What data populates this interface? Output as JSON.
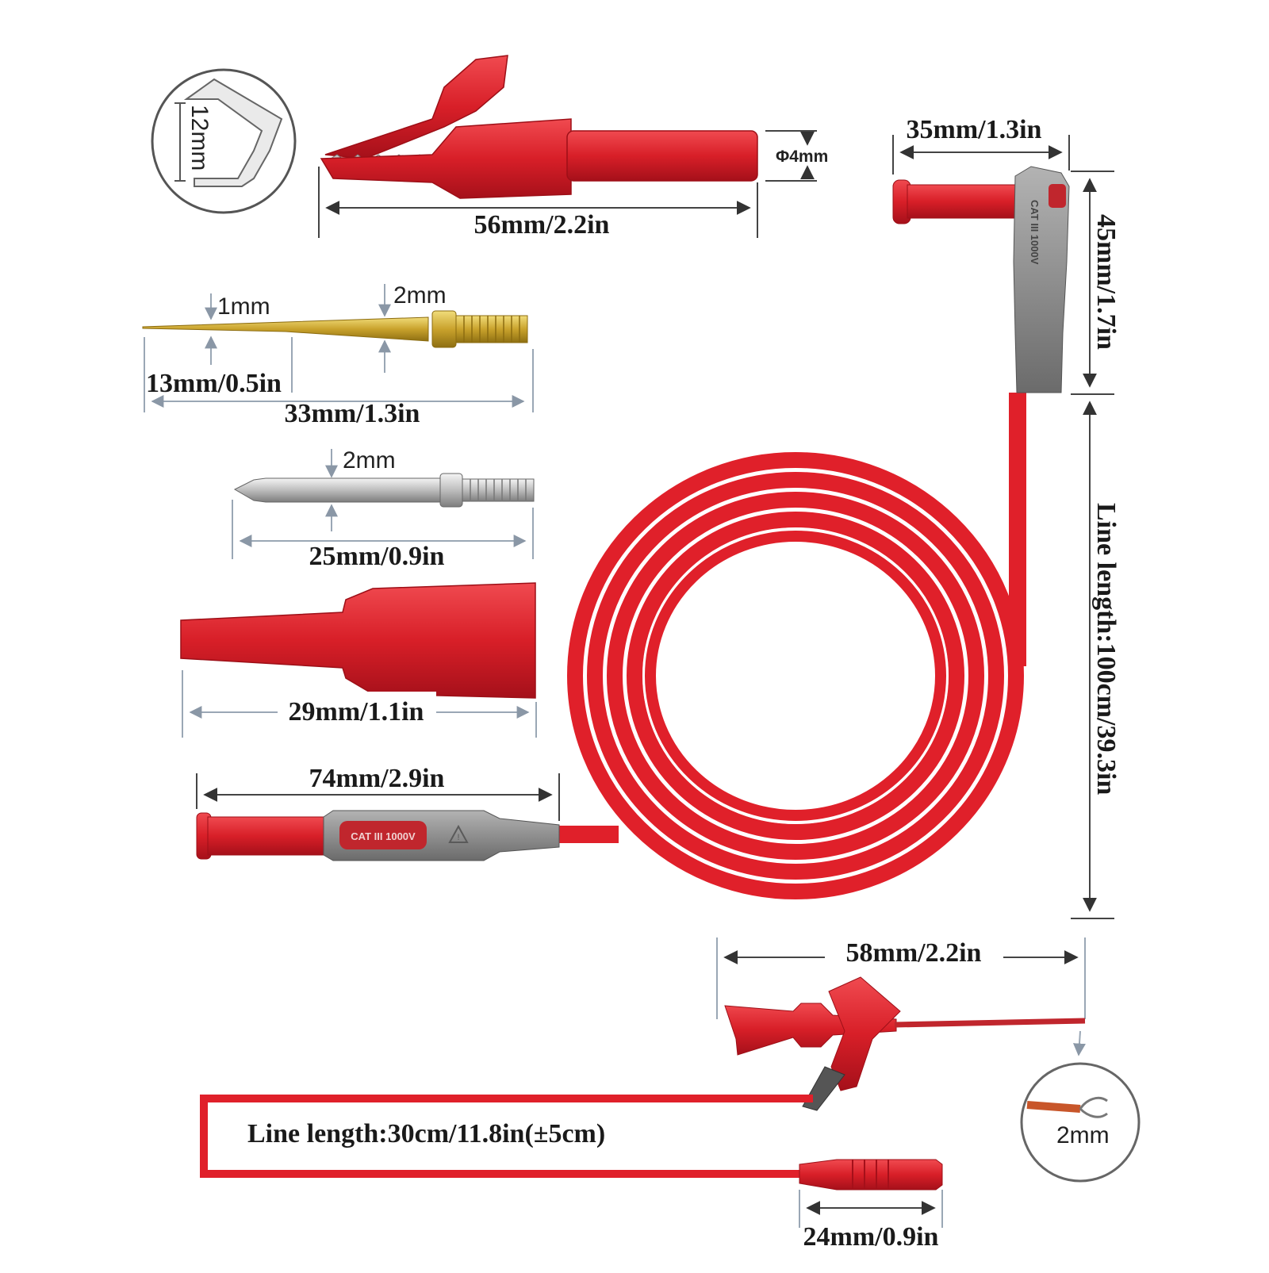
{
  "colors": {
    "probe_red": "#e0202a",
    "probe_dark_red": "#b5121b",
    "housing_gray": "#8c8c8c",
    "gold": "#d4b23a",
    "silver": "#c9c9c9"
  },
  "alligator_clip": {
    "jaw_opening": "12mm",
    "diameter": "Φ4mm",
    "length": "56mm/2.2in"
  },
  "gold_needle": {
    "tip_diameter": "1mm",
    "shaft_diameter": "2mm",
    "tip_length": "13mm/0.5in",
    "total_length": "33mm/1.3in"
  },
  "steel_pin": {
    "diameter": "2mm",
    "length": "25mm/0.9in"
  },
  "insulating_sleeve": {
    "length": "29mm/1.1in"
  },
  "straight_plug": {
    "length": "74mm/2.9in",
    "marking": "CAT III 1000V"
  },
  "right_angle_plug": {
    "width": "35mm/1.3in",
    "height": "45mm/1.7in",
    "marking": "CAT III 1000V"
  },
  "main_lead": {
    "line_length": "Line length:100cm/39.3in"
  },
  "hook_clip": {
    "length": "58mm/2.2in",
    "hook_size": "2mm",
    "line_length": "Line length:30cm/11.8in(±5cm)",
    "socket_length": "24mm/0.9in"
  }
}
